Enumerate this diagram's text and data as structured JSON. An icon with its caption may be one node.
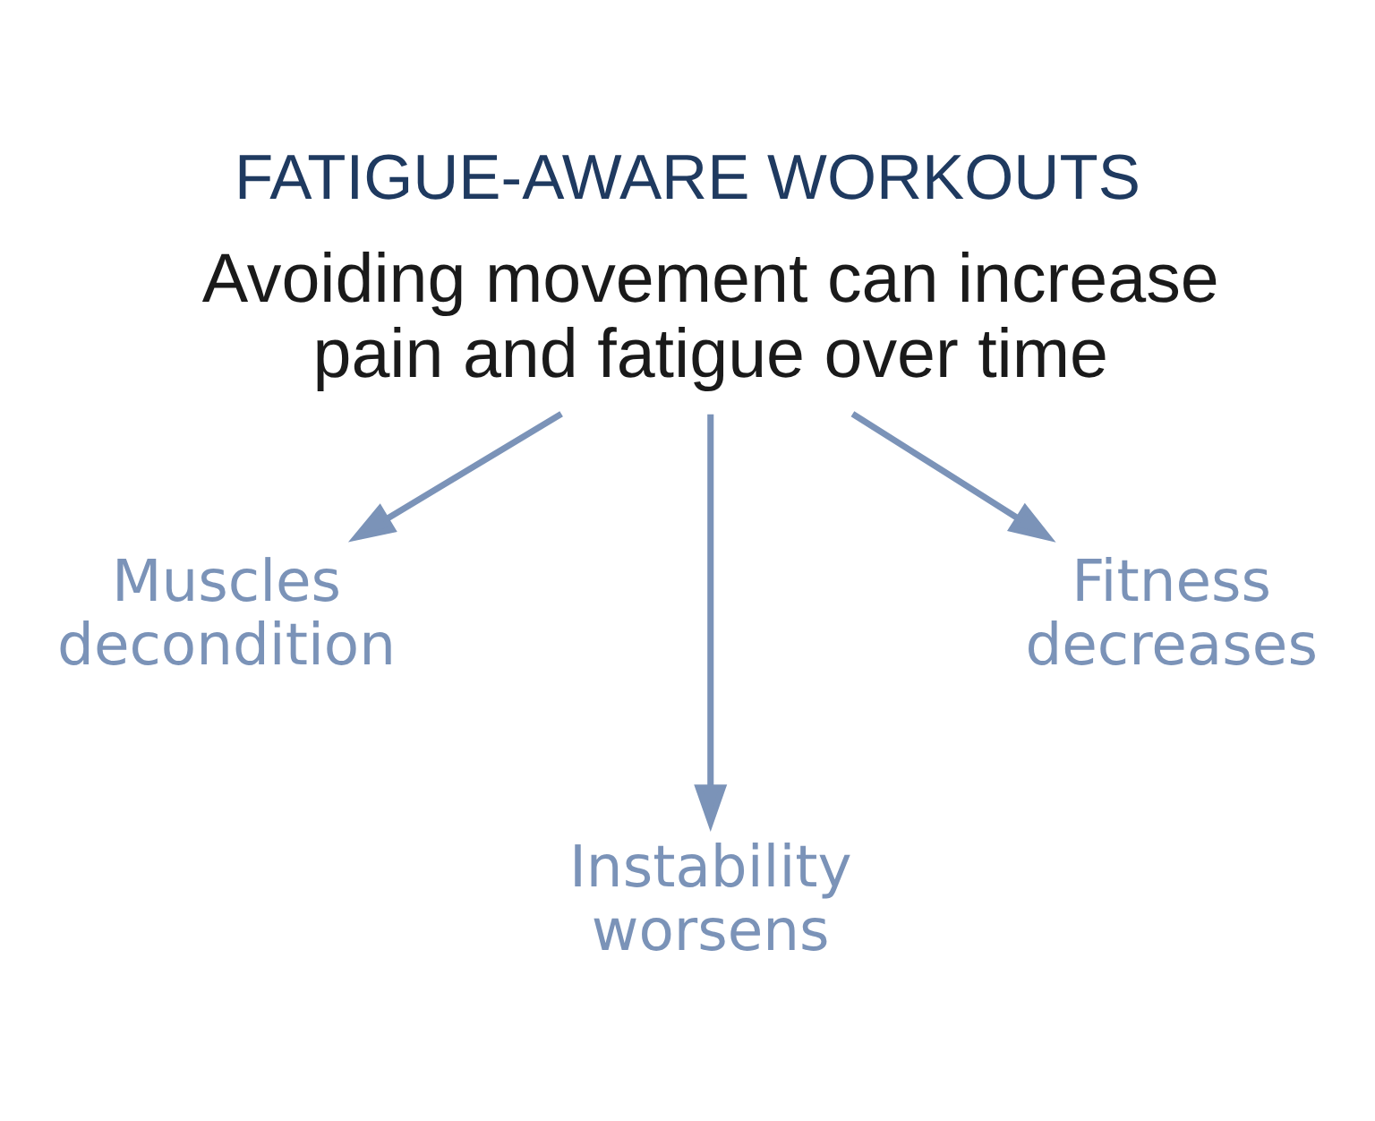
{
  "diagram": {
    "title": "FATIGUE-AWARE WORKOUTS",
    "nodes": [
      {
        "text": [
          "Avoiding movement can increase pain and fatigue over time"
        ]
      },
      {
        "text": [
          "Muscles decondition"
        ]
      },
      {
        "text": [
          "Instability worsens"
        ]
      },
      {
        "text": [
          "Fitness decreases"
        ]
      }
    ],
    "edges": [
      {
        "from": 0,
        "to": 1,
        "arrow": "to"
      },
      {
        "from": 0,
        "to": 2,
        "arrow": "to"
      },
      {
        "from": 0,
        "to": 3,
        "arrow": "to"
      }
    ]
  }
}
